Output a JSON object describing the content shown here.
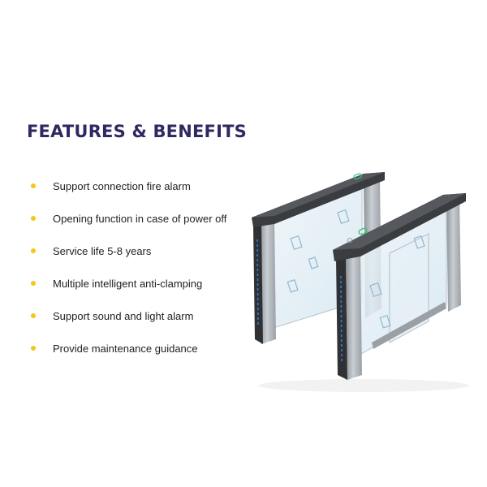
{
  "page": {
    "title": "FEATURES & BENEFITS"
  },
  "features": [
    {
      "text": "Support connection fire alarm"
    },
    {
      "text": "Opening function in case of power off"
    },
    {
      "text": "Service life 5-8 years"
    },
    {
      "text": "Multiple intelligent anti-clamping"
    },
    {
      "text": "Support sound and light alarm"
    },
    {
      "text": "Provide maintenance guidance"
    }
  ],
  "colors": {
    "title": "#2e2a61",
    "bullet": "#f5c518",
    "text": "#222222",
    "housing_top": "#3a3c40",
    "steel": "#a7adb3",
    "glass": "#d9e9f2",
    "led": "#2f7fd6"
  },
  "image": {
    "subject": "speed gate turnstile"
  }
}
